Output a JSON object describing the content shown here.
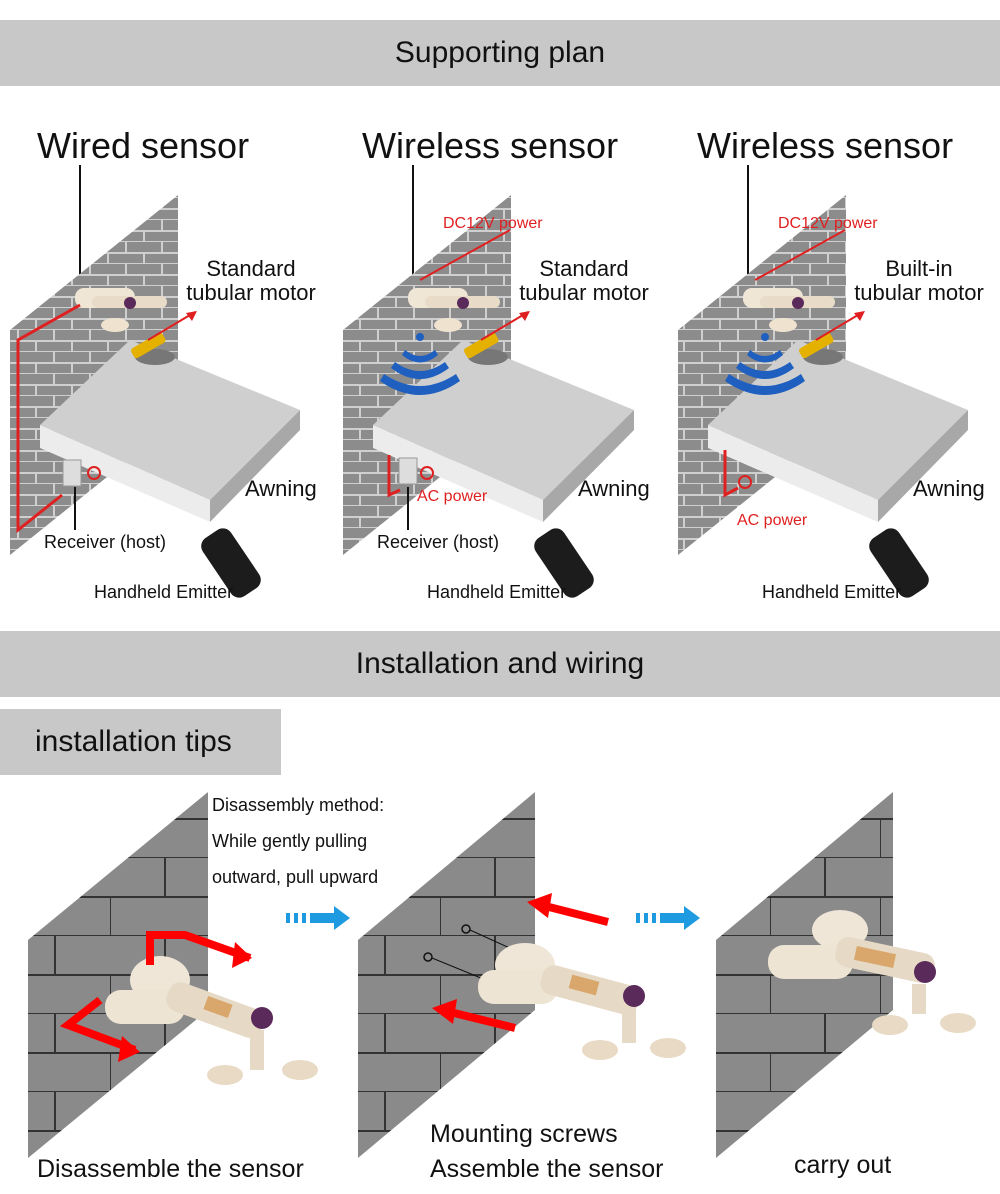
{
  "headers": {
    "supporting_plan": "Supporting plan",
    "installation_wiring": "Installation and wiring",
    "installation_tips": "installation tips"
  },
  "panels": [
    {
      "title": "Wired sensor",
      "motor_line1": "Standard",
      "motor_line2": "tubular motor",
      "awning": "Awning",
      "receiver": "Receiver (host)",
      "emitter": "Handheld Emitter"
    },
    {
      "title": "Wireless sensor",
      "power_dc": "DC12V power",
      "motor_line1": "Standard",
      "motor_line2": "tubular motor",
      "awning": "Awning",
      "power_ac": "AC power",
      "receiver": "Receiver (host)",
      "emitter": "Handheld Emitter"
    },
    {
      "title": "Wireless sensor",
      "power_dc": "DC12V power",
      "motor_line1": "Built-in",
      "motor_line2": "tubular motor",
      "awning": "Awning",
      "power_ac": "AC power",
      "emitter": "Handheld Emitter"
    }
  ],
  "tips": {
    "method_line1": "Disassembly method:",
    "method_line2": "While gently pulling",
    "method_line3": "outward, pull upward"
  },
  "steps": {
    "disassemble": "Disassemble the sensor",
    "mounting": "Mounting screws",
    "assemble": "Assemble the sensor",
    "done": "carry out"
  },
  "colors": {
    "band": "#c8c8c8",
    "wall": "#8c8c8c",
    "accent_red": "#e02020",
    "arrow_blue": "#1e9be0",
    "signal_blue": "#1f5fbf"
  }
}
